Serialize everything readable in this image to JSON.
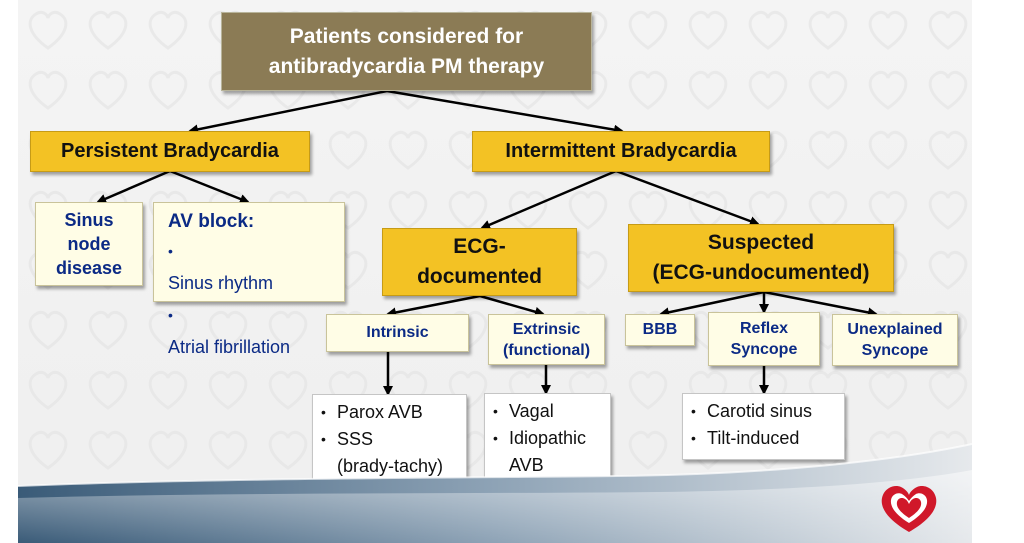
{
  "root": {
    "line1": "Patients considered for",
    "line2": "antibradycardia PM therapy"
  },
  "persistent": {
    "label": "Persistent Bradycardia"
  },
  "intermittent": {
    "label": "Intermittent Bradycardia"
  },
  "sinus_node": {
    "line1": "Sinus",
    "line2": "node",
    "line3": "disease"
  },
  "av_block": {
    "title": "AV block:",
    "items": [
      "Sinus rhythm",
      "Atrial fibrillation"
    ]
  },
  "ecg_documented": {
    "line1": "ECG-",
    "line2": "documented"
  },
  "suspected": {
    "line1": "Suspected",
    "line2": "(ECG-undocumented)"
  },
  "intrinsic": {
    "label": "Intrinsic"
  },
  "extrinsic": {
    "line1": "Extrinsic",
    "line2": "(functional)"
  },
  "bbb": {
    "label": "BBB"
  },
  "reflex": {
    "line1": "Reflex",
    "line2": "Syncope"
  },
  "unexplained": {
    "line1": "Unexplained",
    "line2": "Syncope"
  },
  "intrinsic_list": {
    "item1": "Parox AVB",
    "item2": "SSS",
    "item2_cont": "(brady-tachy)"
  },
  "extrinsic_list": {
    "item1": "Vagal",
    "item2": "Idiopathic",
    "item2_cont": "AVB"
  },
  "reflex_list": {
    "items": [
      "Carotid sinus",
      "Tilt-induced"
    ]
  },
  "colors": {
    "dark_box": "#8b7b55",
    "yellow_box": "#f3c224",
    "cream_box": "#fffde6",
    "cream_text": "#0b2a85",
    "logo_red": "#d0182a"
  }
}
